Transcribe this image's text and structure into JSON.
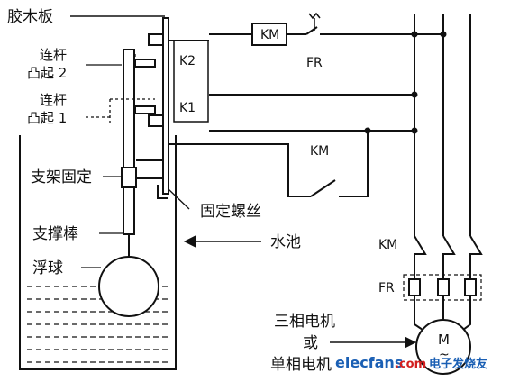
{
  "labels": {
    "bakelite_board": "胶木板",
    "link_cam_2": "连杆\n凸起 2",
    "link_cam_1": "连杆\n凸起 1",
    "bracket_fixed": "支架固定",
    "support_rod": "支撑棒",
    "float_ball": "浮球",
    "fixing_screw": "固定螺丝",
    "water_tank": "水池",
    "motor_desc_1": "三相电机",
    "motor_desc_2": "或",
    "motor_desc_3": "单相电机"
  },
  "components": {
    "contactor_coil": "KM",
    "thermal_relay_contact": "FR",
    "switch_k2": "K2",
    "switch_k1": "K1",
    "km_aux_contact": "KM",
    "km_main_contacts": "KM",
    "fr_heater": "FR",
    "motor": "M",
    "motor_sub": "~"
  },
  "watermark": {
    "brand": "elecfans",
    "domain": ".com",
    "cn_text": "电子发烧友"
  },
  "colors": {
    "line": "#111111",
    "watermark_blue": "#1a5fb4",
    "watermark_red": "#d21f1f"
  }
}
